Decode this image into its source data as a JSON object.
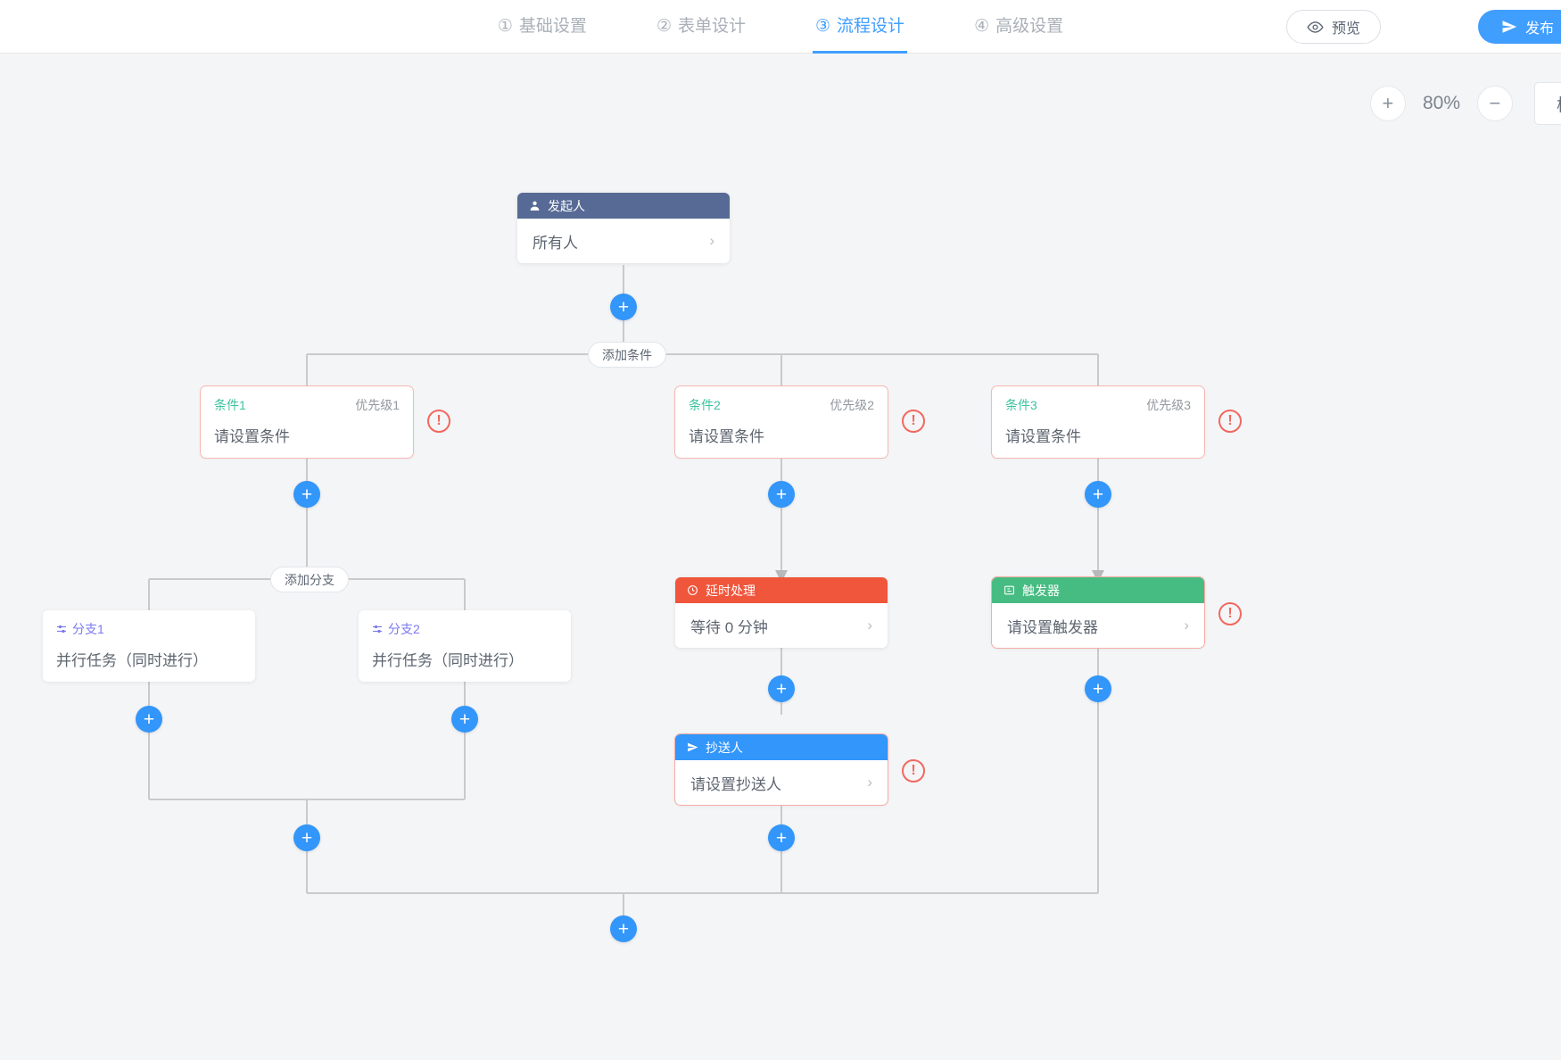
{
  "header": {
    "steps": [
      {
        "num": "①",
        "label": "基础设置",
        "active": false
      },
      {
        "num": "②",
        "label": "表单设计",
        "active": false
      },
      {
        "num": "③",
        "label": "流程设计",
        "active": true
      },
      {
        "num": "④",
        "label": "高级设置",
        "active": false
      }
    ],
    "preview_label": "预览",
    "publish_label": "发布",
    "preview_icon": "eye-icon",
    "publish_icon": "send-icon"
  },
  "toolbar": {
    "zoom_in_label": "+",
    "zoom_out_label": "−",
    "zoom_level": "80%",
    "validate_label": "校验流程"
  },
  "flow": {
    "initiator": {
      "title": "发起人",
      "icon": "user-icon",
      "value": "所有人",
      "chevron": "›"
    },
    "add_condition_label": "添加条件",
    "add_branch_label": "添加分支",
    "plus_label": "+",
    "warn_label": "!",
    "conditions": [
      {
        "name": "条件1",
        "priority": "优先级1",
        "body": "请设置条件"
      },
      {
        "name": "条件2",
        "priority": "优先级2",
        "body": "请设置条件"
      },
      {
        "name": "条件3",
        "priority": "优先级3",
        "body": "请设置条件"
      }
    ],
    "branches": [
      {
        "icon": "branch-icon",
        "name": "分支1",
        "body": "并行任务（同时进行）"
      },
      {
        "icon": "branch-icon",
        "name": "分支2",
        "body": "并行任务（同时进行）"
      }
    ],
    "delay": {
      "title": "延时处理",
      "icon": "clock-icon",
      "value": "等待 0 分钟",
      "chevron": "›"
    },
    "cc": {
      "title": "抄送人",
      "icon": "send-icon",
      "value": "请设置抄送人",
      "chevron": "›"
    },
    "trigger": {
      "title": "触发器",
      "icon": "trigger-icon",
      "value": "请设置触发器",
      "chevron": "›"
    }
  },
  "colors": {
    "accent": "#3296fa",
    "initiator_header": "#576a95",
    "delay_header": "#f0563c",
    "trigger_header": "#47bc82",
    "cc_header": "#3296fa",
    "condition_name": "#3ec2a0",
    "branch_name": "#7a79f0",
    "warn": "#f2685e",
    "canvas_bg": "#f4f5f7"
  }
}
